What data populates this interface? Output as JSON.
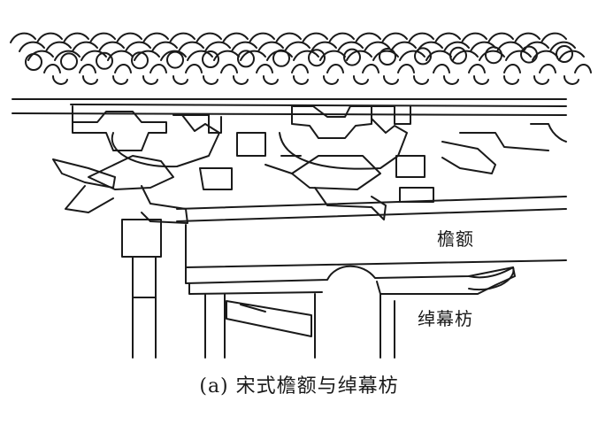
{
  "labels": {
    "eave_architrave": "檐额",
    "lintel_beam": "绰幕枋"
  },
  "caption": "(a) 宋式檐额与绰幕枋"
}
